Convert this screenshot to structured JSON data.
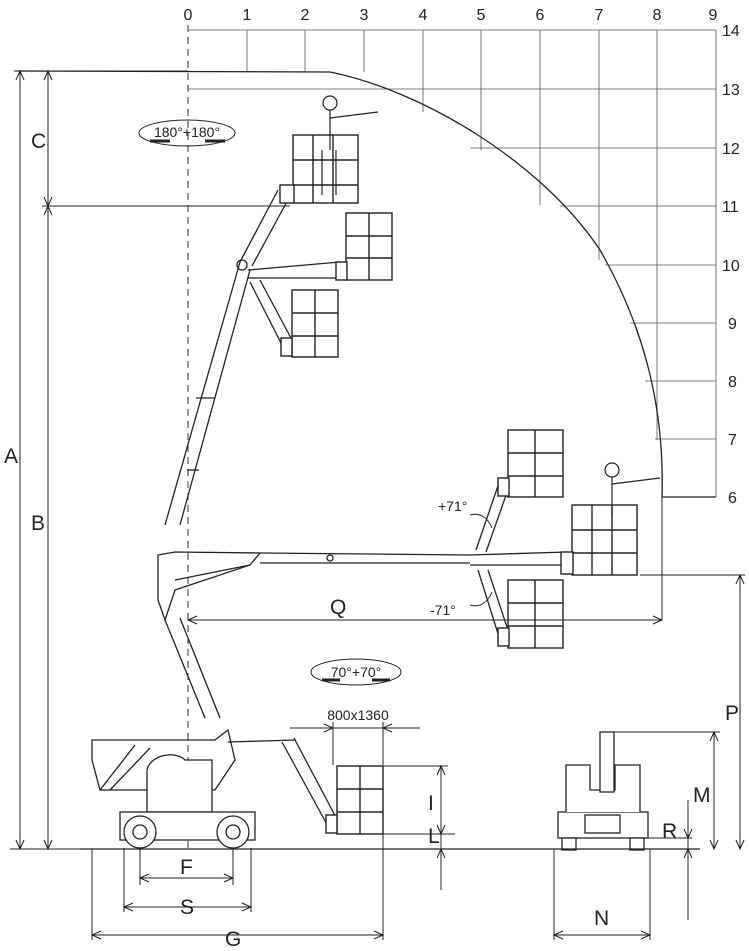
{
  "x_ticks": [
    "0",
    "1",
    "2",
    "3",
    "4",
    "5",
    "6",
    "7",
    "8",
    "9"
  ],
  "y_ticks": [
    "14",
    "13",
    "12",
    "11",
    "10",
    "9",
    "8",
    "7",
    "6"
  ],
  "dimensions": {
    "A": "A",
    "B": "B",
    "C": "C",
    "P": "P",
    "M": "M",
    "R": "R",
    "Q": "Q",
    "I": "I",
    "L": "L",
    "F": "F",
    "S": "S",
    "G": "G",
    "N": "N"
  },
  "rotation_top": "180°+180°",
  "rotation_jib": "70°+70°",
  "angle_up": "+71°",
  "angle_down": "-71°",
  "platform_size": "800x1360"
}
